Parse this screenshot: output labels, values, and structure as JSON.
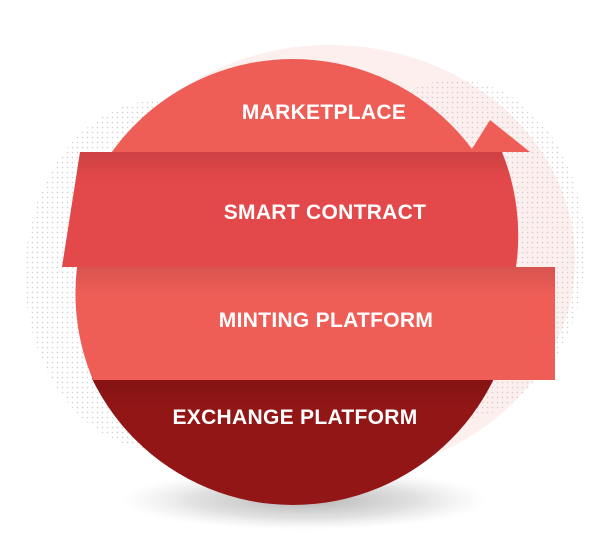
{
  "diagram": {
    "layers": [
      {
        "id": "marketplace",
        "label": "MARKETPLACE",
        "color": "#ee5e57"
      },
      {
        "id": "smart-contract",
        "label": "SMART CONTRACT",
        "color": "#e3484a"
      },
      {
        "id": "minting-platform",
        "label": "MINTING PLATFORM",
        "color": "#ef5d57"
      },
      {
        "id": "exchange-platform",
        "label": "EXCHANGE PLATFORM",
        "color": "#931616"
      }
    ],
    "background_tint": "#fbe9e8",
    "dot_color": "#c9c9c9"
  }
}
